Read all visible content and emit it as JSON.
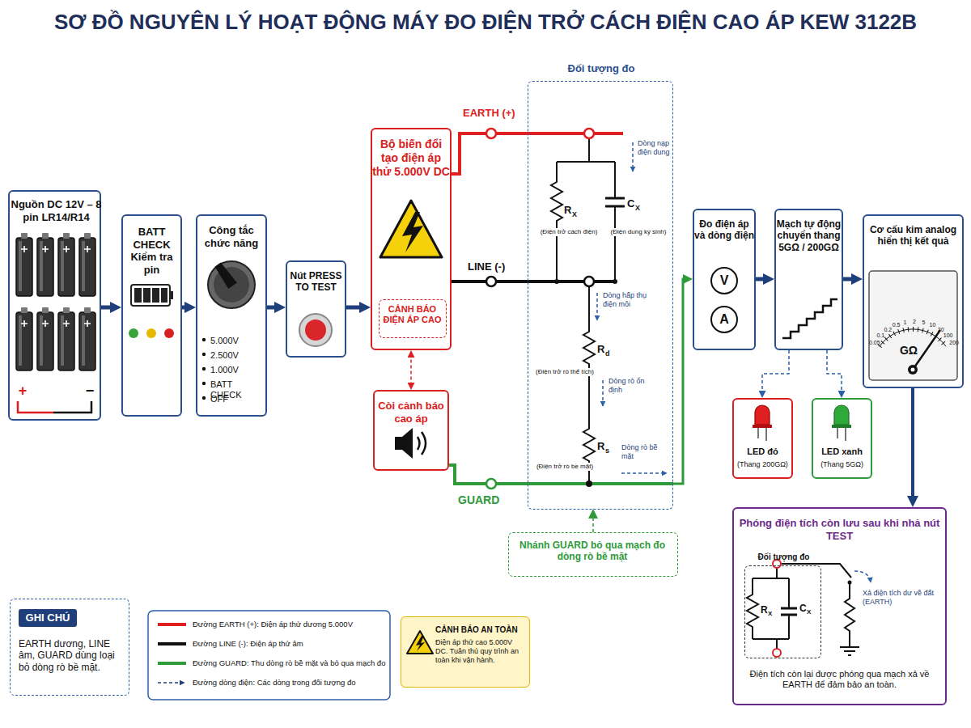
{
  "diagram": {
    "title": "SƠ ĐỒ NGUYÊN LÝ HOẠT ĐỘNG MÁY ĐO ĐIỆN TRỞ CÁCH ĐIỆN CAO ÁP KEW 3122B",
    "nodes": [
      {
        "text": [
          "Nguồn DC 12V – 8 pin LR14/R14",
          "+",
          "−"
        ]
      },
      {
        "text": [
          "BATT CHECK Kiểm tra pin"
        ]
      },
      {
        "text": [
          "Công tắc chức năng",
          "5.000V",
          "2.500V",
          "1.000V",
          "BATT CHECK",
          "OFF"
        ]
      },
      {
        "text": [
          "Nút PRESS TO TEST"
        ]
      },
      {
        "text": [
          "Bộ biến đổi tạo điện áp thử 5.000V DC"
        ]
      },
      {
        "text": [
          "CẢNH BÁO ĐIỆN ÁP CAO"
        ],
        "in": 4
      },
      {
        "text": [
          "Còi cảnh báo cao áp"
        ]
      },
      {
        "text": [
          "Đối tượng đo"
        ]
      },
      {
        "text": [
          "Nhánh GUARD bỏ qua mạch đo dòng rò bề mặt"
        ]
      },
      {
        "text": [
          "Đo điện áp và dòng điện",
          "V",
          "A"
        ]
      },
      {
        "text": [
          "Mạch tự động chuyển thang 5GΩ / 200GΩ"
        ]
      },
      {
        "text": [
          "Cơ cấu kim analog hiển thị kết quả",
          "0.05",
          "0.1",
          "0.2",
          "0.5",
          "1",
          "2",
          "5",
          "10",
          "20",
          "100",
          "200",
          "GΩ"
        ]
      },
      {
        "text": [
          "LED đỏ",
          "(Thang 200GΩ)"
        ]
      },
      {
        "text": [
          "LED xanh",
          "(Thang 5GΩ)"
        ]
      },
      {
        "text": [
          "Phóng điện tích còn lưu sau khi nhả nút TEST",
          "Điện tích còn lại được phóng qua mạch xả về EARTH để đảm bảo an toàn."
        ]
      },
      {
        "text": [
          "Đối tượng đo"
        ],
        "in": 14
      },
      {
        "text": [
          "GHI CHÚ",
          "EARTH dương, LINE âm, GUARD dùng loại bỏ dòng rò bề mặt."
        ]
      },
      {
        "text": [
          "CẢNH BÁO AN TOÀN",
          "Điện áp thử cao 5.000V DC. Tuân thủ quy trình an toàn khi vận hành."
        ]
      }
    ],
    "edges": [
      {
        "from": 0,
        "to": 1,
        "arrow": "to"
      },
      {
        "from": 1,
        "to": 2,
        "arrow": "to"
      },
      {
        "from": 2,
        "to": 3,
        "arrow": "to"
      },
      {
        "from": 3,
        "to": 4,
        "arrow": "to"
      },
      {
        "from": 4,
        "to": 7,
        "arrow": "none",
        "label": "EARTH (+)"
      },
      {
        "from": 4,
        "to": 7,
        "arrow": "none",
        "label": "LINE (-)"
      },
      {
        "from": 6,
        "to": 7,
        "arrow": "none",
        "label": "GUARD"
      },
      {
        "from": 4,
        "to": 6,
        "arrow": "both"
      },
      {
        "from": 8,
        "to": 7,
        "arrow": "to"
      },
      {
        "from": 7,
        "to": 9,
        "arrow": "to"
      },
      {
        "from": 9,
        "to": 10,
        "arrow": "to"
      },
      {
        "from": 10,
        "to": 11,
        "arrow": "to"
      },
      {
        "from": 10,
        "to": 12,
        "arrow": "to"
      },
      {
        "from": 10,
        "to": 13,
        "arrow": "to"
      },
      {
        "from": 11,
        "to": 14,
        "arrow": "to"
      }
    ],
    "labels": [
      "Dòng nạp điện dung",
      "R",
      "X",
      "(Điện trở cách điện)",
      "C",
      "X",
      "(Điện dung ký sinh)",
      "Dòng hấp thụ điện môi",
      "R",
      "d",
      "(Điện trở rò thể tích)",
      "Dòng rò ổn định",
      "R",
      "s",
      "(Điện trở rò bề mặt)",
      "Dòng rò bề mặt",
      "R",
      "X",
      "C",
      "X",
      "Xả điện tích dư về đất (EARTH)"
    ],
    "legend": [
      {
        "text": "Đường EARTH (+): Điện áp thử dương 5.000V"
      },
      {
        "text": "Đường LINE (-): Điện áp thử âm"
      },
      {
        "text": "Đường GUARD: Thu dòng rò bề mặt và bỏ qua mạch đo"
      },
      {
        "text": "Đường dòng điện: Các dòng trong đối tượng đo"
      }
    ]
  }
}
